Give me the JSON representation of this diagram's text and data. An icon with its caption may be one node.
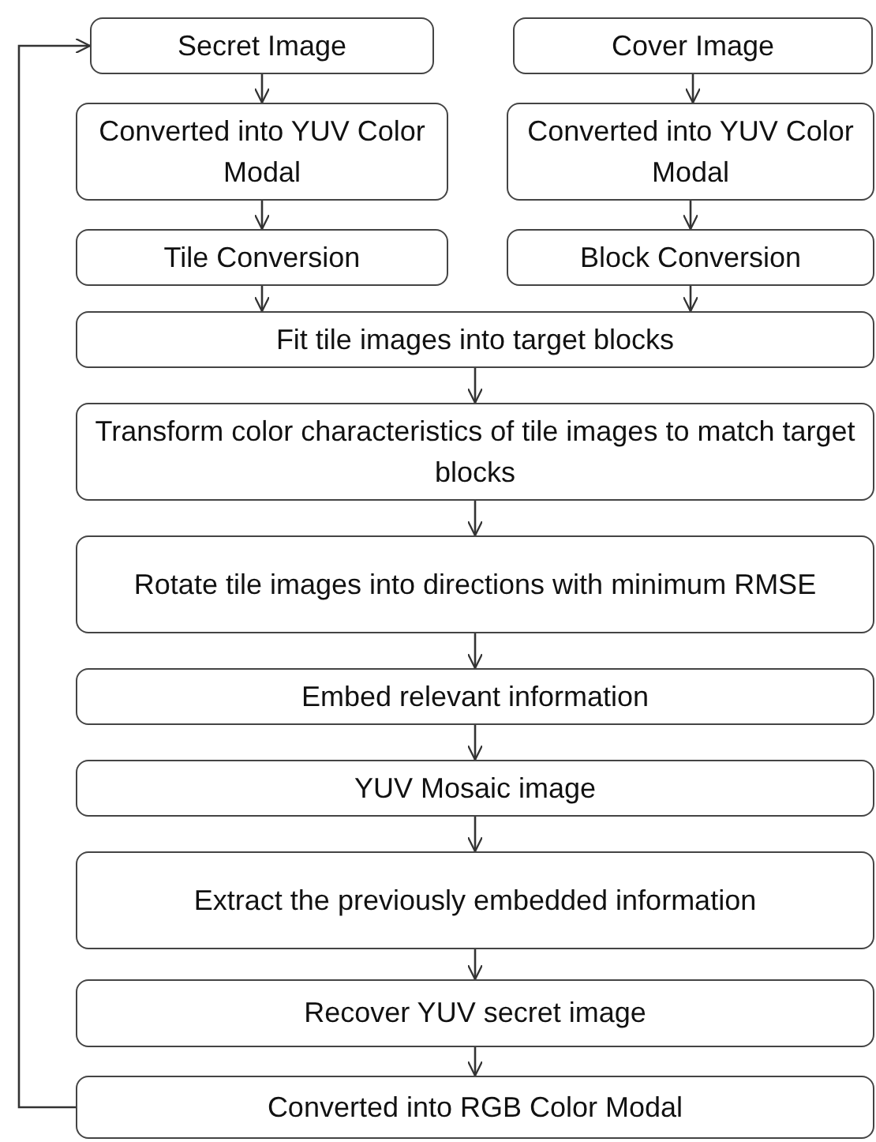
{
  "diagram": {
    "nodes": [
      {
        "text": [
          "Secret Image"
        ]
      },
      {
        "text": [
          "Cover Image"
        ]
      },
      {
        "text": [
          "Converted into YUV Color Modal"
        ]
      },
      {
        "text": [
          "Converted into YUV Color Modal"
        ]
      },
      {
        "text": [
          "Tile Conversion"
        ]
      },
      {
        "text": [
          "Block Conversion"
        ]
      },
      {
        "text": [
          "Fit tile images into target blocks"
        ]
      },
      {
        "text": [
          "Transform color characteristics of tile images to match target blocks"
        ]
      },
      {
        "text": [
          "Rotate tile images into directions with minimum RMSE"
        ]
      },
      {
        "text": [
          "Embed relevant information"
        ]
      },
      {
        "text": [
          "YUV Mosaic image"
        ]
      },
      {
        "text": [
          "Extract the previously embedded information"
        ]
      },
      {
        "text": [
          "Recover YUV secret image"
        ]
      },
      {
        "text": [
          "Converted into RGB Color Modal"
        ]
      }
    ],
    "edges": [
      {
        "from": 0,
        "to": 2,
        "arrow": "to"
      },
      {
        "from": 1,
        "to": 3,
        "arrow": "to"
      },
      {
        "from": 2,
        "to": 4,
        "arrow": "to"
      },
      {
        "from": 3,
        "to": 5,
        "arrow": "to"
      },
      {
        "from": 4,
        "to": 6,
        "arrow": "to"
      },
      {
        "from": 5,
        "to": 6,
        "arrow": "to"
      },
      {
        "from": 6,
        "to": 7,
        "arrow": "to"
      },
      {
        "from": 7,
        "to": 8,
        "arrow": "to"
      },
      {
        "from": 8,
        "to": 9,
        "arrow": "to"
      },
      {
        "from": 9,
        "to": 10,
        "arrow": "to"
      },
      {
        "from": 10,
        "to": 11,
        "arrow": "to"
      },
      {
        "from": 11,
        "to": 12,
        "arrow": "to"
      },
      {
        "from": 12,
        "to": 13,
        "arrow": "to"
      },
      {
        "from": 13,
        "to": 0,
        "arrow": "to"
      }
    ]
  }
}
